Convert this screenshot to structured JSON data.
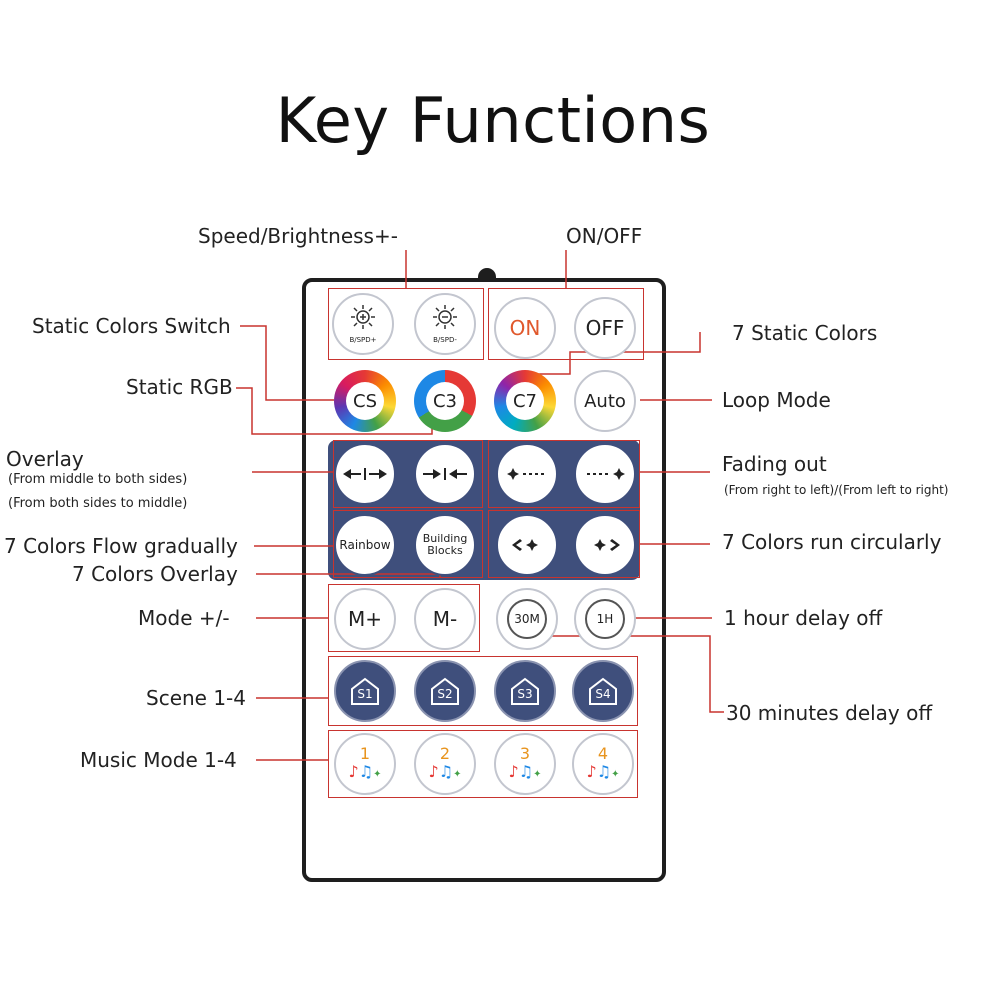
{
  "title": "Key Functions",
  "labels": {
    "speed_brightness": "Speed/Brightness+-",
    "on_off": "ON/OFF",
    "static_colors_switch": "Static Colors Switch",
    "seven_static_colors": "7 Static Colors",
    "static_rgb": "Static RGB",
    "loop_mode": "Loop Mode",
    "overlay": "Overlay",
    "overlay_sub1": "(From middle to both sides)",
    "overlay_sub2": "(From both sides to middle)",
    "fading_out": "Fading out",
    "fading_out_sub": "(From right to left)/(From left to right)",
    "flow_gradually": "7 Colors Flow gradually",
    "colors_overlay": "7 Colors Overlay",
    "run_circularly": "7 Colors run circularly",
    "mode_pm": "Mode +/-",
    "hour_delay": "1 hour delay off",
    "scene": "Scene 1-4",
    "thirty_delay": "30 minutes delay off",
    "music_mode": "Music Mode 1-4"
  },
  "buttons": {
    "bspd_plus": "B/SPD+",
    "bspd_minus": "B/SPD-",
    "on": "ON",
    "off": "OFF",
    "cs": "CS",
    "c3": "C3",
    "c7": "C7",
    "auto": "Auto",
    "rainbow": "Rainbow",
    "building_blocks": "Building Blocks",
    "m_plus": "M+",
    "m_minus": "M-",
    "t30m": "30M",
    "t1h": "1H",
    "s1": "S1",
    "s2": "S2",
    "s3": "S3",
    "s4": "S4",
    "music1": "1",
    "music2": "2",
    "music3": "3",
    "music4": "4"
  },
  "colors": {
    "navy": "#3f4f7c",
    "annotation_red": "#c8342f",
    "on_text": "#e0582c",
    "music_number": "#e8941e"
  }
}
